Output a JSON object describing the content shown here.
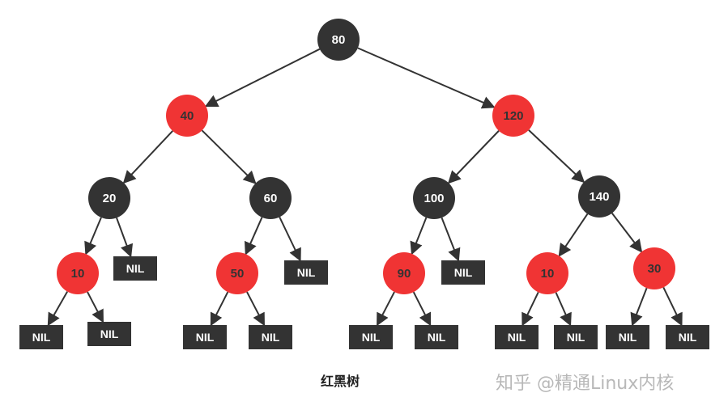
{
  "colors": {
    "black_node": "#333333",
    "red_node": "#f03434",
    "nil_box": "#333333",
    "edge": "#333333",
    "label": "#ffffff",
    "red_label": "#333333"
  },
  "tree": {
    "nodes": [
      {
        "id": "n80",
        "label": "80",
        "color": "black"
      },
      {
        "id": "n40",
        "label": "40",
        "color": "red"
      },
      {
        "id": "n120",
        "label": "120",
        "color": "red"
      },
      {
        "id": "n20",
        "label": "20",
        "color": "black"
      },
      {
        "id": "n60",
        "label": "60",
        "color": "black"
      },
      {
        "id": "n100",
        "label": "100",
        "color": "black"
      },
      {
        "id": "n140",
        "label": "140",
        "color": "black"
      },
      {
        "id": "n10a",
        "label": "10",
        "color": "red"
      },
      {
        "id": "n50",
        "label": "50",
        "color": "red"
      },
      {
        "id": "n90",
        "label": "90",
        "color": "red"
      },
      {
        "id": "n10b",
        "label": "10",
        "color": "red"
      },
      {
        "id": "n30",
        "label": "30",
        "color": "red"
      }
    ],
    "nil_label": "NIL",
    "edges": [
      [
        "n80",
        "n40"
      ],
      [
        "n80",
        "n120"
      ],
      [
        "n40",
        "n20"
      ],
      [
        "n40",
        "n60"
      ],
      [
        "n120",
        "n100"
      ],
      [
        "n120",
        "n140"
      ],
      [
        "n20",
        "n10a"
      ],
      [
        "n20",
        "nil1"
      ],
      [
        "n60",
        "n50"
      ],
      [
        "n60",
        "nil2"
      ],
      [
        "n100",
        "n90"
      ],
      [
        "n100",
        "nil3"
      ],
      [
        "n140",
        "n10b"
      ],
      [
        "n140",
        "n30"
      ],
      [
        "n10a",
        "nil4"
      ],
      [
        "n10a",
        "nil5"
      ],
      [
        "n50",
        "nil6"
      ],
      [
        "n50",
        "nil7"
      ],
      [
        "n90",
        "nil8"
      ],
      [
        "n90",
        "nil9"
      ],
      [
        "n10b",
        "nil10"
      ],
      [
        "n10b",
        "nil11"
      ],
      [
        "n30",
        "nil12"
      ],
      [
        "n30",
        "nil13"
      ]
    ]
  },
  "caption": "红黑树",
  "watermark": "知乎 @精通Linux内核"
}
